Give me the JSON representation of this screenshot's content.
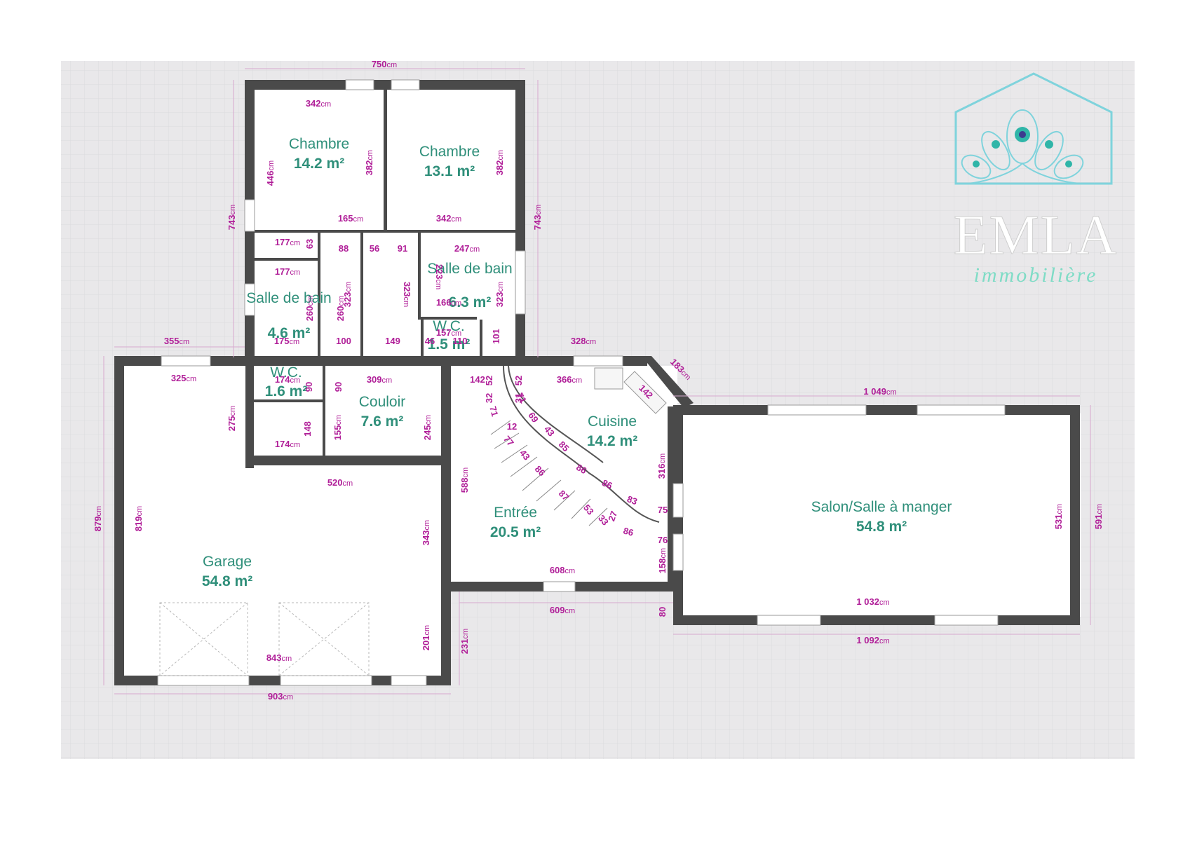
{
  "colors": {
    "background": "#e9e8ea",
    "wall": "#4a4a4a",
    "room_text": "#2f8f7a",
    "dimension": "#b01e98",
    "logo_outline": "#7fd3dc",
    "logo_sub": "#7fdcc6"
  },
  "logo": {
    "word": "EMLA",
    "sub": "immobilière"
  },
  "rooms": [
    {
      "name": "Chambre",
      "area": "14.2 m²"
    },
    {
      "name": "Chambre",
      "area": "13.1 m²"
    },
    {
      "name": "Salle de bain",
      "area": "6.3 m²"
    },
    {
      "name": "Salle de bain",
      "area": "4.6 m²"
    },
    {
      "name": "W.C.",
      "area": "1.5 m²"
    },
    {
      "name": "W.C.",
      "area": "1.6 m²"
    },
    {
      "name": "Couloir",
      "area": "7.6 m²"
    },
    {
      "name": "Cuisine",
      "area": "14.2 m²"
    },
    {
      "name": "Entrée",
      "area": "20.5 m²"
    },
    {
      "name": "Salon/Salle à manger",
      "area": "54.8 m²"
    },
    {
      "name": "Garage",
      "area": "54.8 m²"
    }
  ],
  "dimensions": [
    {
      "value": "750",
      "unit": "cm"
    },
    {
      "value": "342",
      "unit": "cm"
    },
    {
      "value": "446",
      "unit": "cm"
    },
    {
      "value": "382",
      "unit": "cm"
    },
    {
      "value": "382",
      "unit": "cm"
    },
    {
      "value": "743",
      "unit": "cm"
    },
    {
      "value": "743",
      "unit": "cm"
    },
    {
      "value": "165",
      "unit": "cm"
    },
    {
      "value": "342",
      "unit": "cm"
    },
    {
      "value": "177",
      "unit": "cm"
    },
    {
      "value": "63",
      "unit": ""
    },
    {
      "value": "88",
      "unit": ""
    },
    {
      "value": "56",
      "unit": ""
    },
    {
      "value": "91",
      "unit": ""
    },
    {
      "value": "247",
      "unit": "cm"
    },
    {
      "value": "177",
      "unit": "cm"
    },
    {
      "value": "223",
      "unit": "cm"
    },
    {
      "value": "323",
      "unit": "cm"
    },
    {
      "value": "323",
      "unit": "cm"
    },
    {
      "value": "323",
      "unit": "cm"
    },
    {
      "value": "260",
      "unit": "cm"
    },
    {
      "value": "260",
      "unit": "cm"
    },
    {
      "value": "166",
      "unit": "cm"
    },
    {
      "value": "157",
      "unit": "cm"
    },
    {
      "value": "355",
      "unit": "cm"
    },
    {
      "value": "175",
      "unit": "cm"
    },
    {
      "value": "100",
      "unit": ""
    },
    {
      "value": "149",
      "unit": ""
    },
    {
      "value": "46",
      "unit": ""
    },
    {
      "value": "110",
      "unit": ""
    },
    {
      "value": "101",
      "unit": ""
    },
    {
      "value": "328",
      "unit": "cm"
    },
    {
      "value": "183",
      "unit": "cm"
    },
    {
      "value": "325",
      "unit": "cm"
    },
    {
      "value": "174",
      "unit": "cm"
    },
    {
      "value": "90",
      "unit": ""
    },
    {
      "value": "90",
      "unit": ""
    },
    {
      "value": "309",
      "unit": "cm"
    },
    {
      "value": "142",
      "unit": ""
    },
    {
      "value": "32",
      "unit": ""
    },
    {
      "value": "52",
      "unit": ""
    },
    {
      "value": "31",
      "unit": ""
    },
    {
      "value": "52",
      "unit": ""
    },
    {
      "value": "366",
      "unit": "cm"
    },
    {
      "value": "142",
      "unit": ""
    },
    {
      "value": "1 049",
      "unit": "cm"
    },
    {
      "value": "275",
      "unit": "cm"
    },
    {
      "value": "245",
      "unit": "cm"
    },
    {
      "value": "155",
      "unit": "cm"
    },
    {
      "value": "148",
      "unit": ""
    },
    {
      "value": "174",
      "unit": "cm"
    },
    {
      "value": "520",
      "unit": "cm"
    },
    {
      "value": "588",
      "unit": "cm"
    },
    {
      "value": "316",
      "unit": "cm"
    },
    {
      "value": "879",
      "unit": "cm"
    },
    {
      "value": "819",
      "unit": "cm"
    },
    {
      "value": "343",
      "unit": "cm"
    },
    {
      "value": "531",
      "unit": "cm"
    },
    {
      "value": "591",
      "unit": "cm"
    },
    {
      "value": "75",
      "unit": ""
    },
    {
      "value": "76",
      "unit": ""
    },
    {
      "value": "158",
      "unit": "cm"
    },
    {
      "value": "608",
      "unit": "cm"
    },
    {
      "value": "609",
      "unit": "cm"
    },
    {
      "value": "80",
      "unit": ""
    },
    {
      "value": "1 032",
      "unit": "cm"
    },
    {
      "value": "1 092",
      "unit": "cm"
    },
    {
      "value": "201",
      "unit": "cm"
    },
    {
      "value": "231",
      "unit": "cm"
    },
    {
      "value": "843",
      "unit": "cm"
    },
    {
      "value": "903",
      "unit": "cm"
    },
    {
      "value": "71",
      "unit": ""
    },
    {
      "value": "12",
      "unit": ""
    },
    {
      "value": "71",
      "unit": ""
    },
    {
      "value": "69",
      "unit": ""
    },
    {
      "value": "43",
      "unit": ""
    },
    {
      "value": "85",
      "unit": ""
    },
    {
      "value": "77",
      "unit": ""
    },
    {
      "value": "43",
      "unit": ""
    },
    {
      "value": "86",
      "unit": ""
    },
    {
      "value": "86",
      "unit": ""
    },
    {
      "value": "86",
      "unit": ""
    },
    {
      "value": "87",
      "unit": ""
    },
    {
      "value": "83",
      "unit": ""
    },
    {
      "value": "53",
      "unit": ""
    },
    {
      "value": "33",
      "unit": ""
    },
    {
      "value": "27",
      "unit": ""
    },
    {
      "value": "86",
      "unit": ""
    }
  ]
}
